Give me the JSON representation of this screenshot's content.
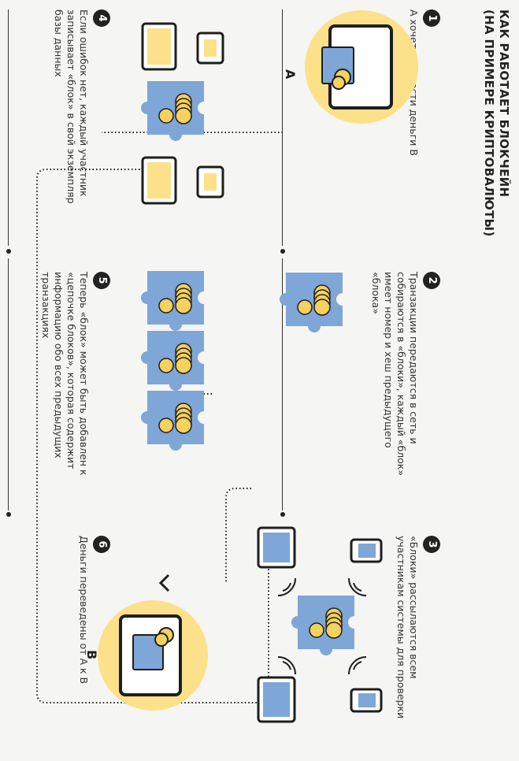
{
  "title": {
    "line1": "КАК РАБОТАЕТ БЛОКЧЕЙН",
    "line2": "(НА ПРИМЕРЕ КРИПТОВАЛЮТЫ)"
  },
  "steps": [
    {
      "number": "1",
      "text": "А хочет перевести деньги В"
    },
    {
      "number": "2",
      "text": "Транзакции передаются в сеть и собираются в «блоки», каждый «блок» имеет номер и хеш предыдущего «блока»"
    },
    {
      "number": "3",
      "text": "«Блоки» рассылаются всем участникам системы для проверки"
    },
    {
      "number": "4",
      "text": "Если ошибок нет, каждый участник записывает «блок» в свой экземпляр базы данных"
    },
    {
      "number": "5",
      "text": "Теперь «блок» может быть добавлен к «цепочке блоков», которая содержит информацию обо всех предыдущих транзакциях"
    },
    {
      "number": "6",
      "text": "Деньги переведены от А к В"
    }
  ],
  "labels": {
    "sender": "А",
    "receiver": "В"
  },
  "colors": {
    "block_blue": "#7ea6d6",
    "coin_yellow": "#f5d15e",
    "circle_yellow": "#fde08a",
    "ink": "#1e1e1e",
    "background": "#f5f5f3"
  },
  "icons": [
    "phone-icon",
    "tablet-icon",
    "wallet-icon",
    "coins-icon",
    "puzzle-block-icon",
    "checkmark-icon",
    "signal-waves-icon",
    "arrow-down-icon"
  ]
}
